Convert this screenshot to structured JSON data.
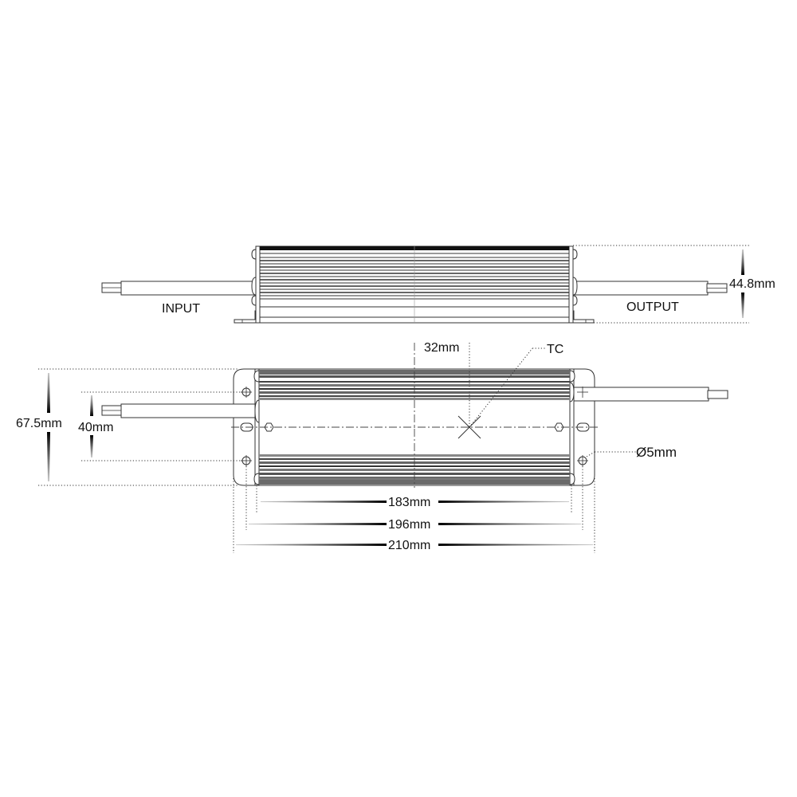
{
  "drawing": {
    "title": "LED driver dimensional drawing",
    "colors": {
      "line": "#333333",
      "rib_dark": "#555555",
      "rib_mid": "#8a8a8a",
      "text": "#111111",
      "background": "#ffffff"
    }
  },
  "side_view": {
    "input_label": "INPUT",
    "output_label": "OUTPUT",
    "height_dim": "44.8mm"
  },
  "plan_view": {
    "width_dim": "67.5mm",
    "hole_spacing_dim": "40mm",
    "tc_offset_dim": "32mm",
    "tc_label": "TC",
    "hole_dia_dim": "Ø5mm",
    "length_dims": {
      "body": "183mm",
      "holes": "196mm",
      "overall": "210mm"
    }
  }
}
